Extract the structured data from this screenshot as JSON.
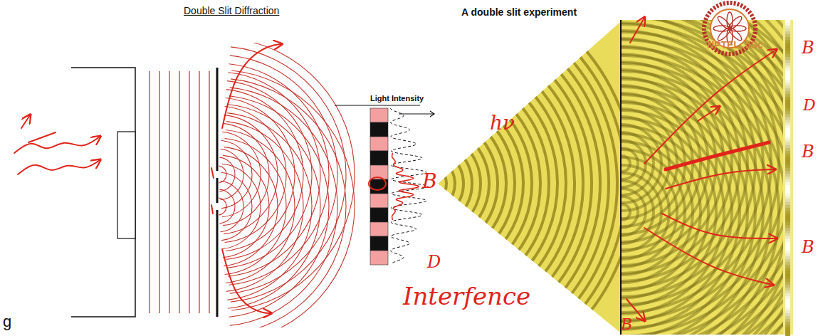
{
  "diagram": {
    "title": "Double Slit Diffraction",
    "labels": [
      "Light Intensity",
      "A double slit experiment",
      "NPTEL, IISc",
      "B",
      "D",
      "Interfence",
      "hν",
      "B",
      "D",
      "B",
      "B",
      "B",
      "g"
    ]
  }
}
